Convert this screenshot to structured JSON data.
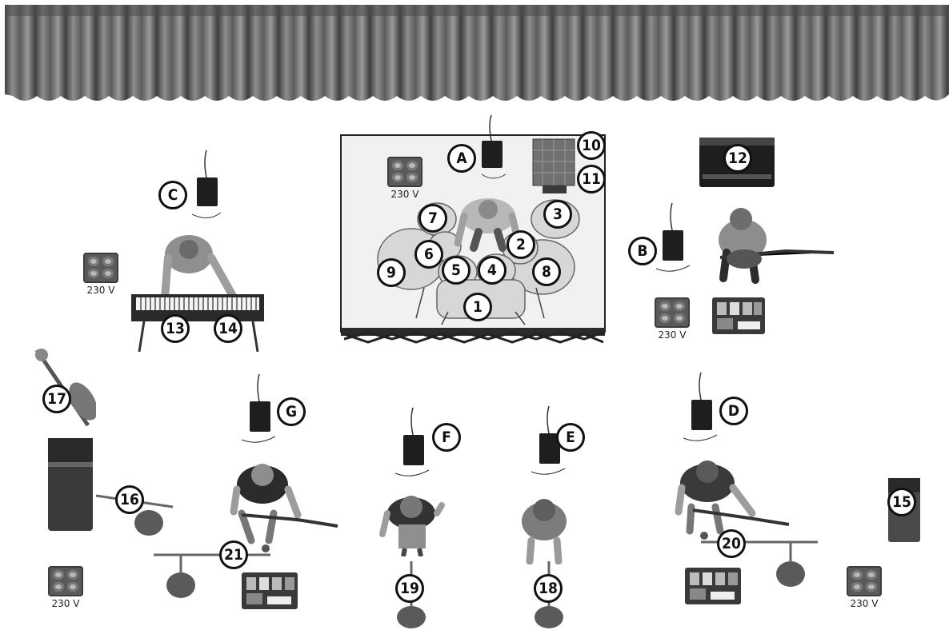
{
  "voltage_label": "230 V",
  "numbered_markers": [
    "1",
    "2",
    "3",
    "4",
    "5",
    "6",
    "7",
    "8",
    "9",
    "10",
    "11",
    "12",
    "13",
    "14",
    "15",
    "16",
    "17",
    "18",
    "19",
    "20",
    "21"
  ],
  "lettered_markers": [
    "A",
    "B",
    "C",
    "D",
    "E",
    "F",
    "G"
  ],
  "colors": {
    "marker_border": "#111111",
    "curtain": "#6e6e6e",
    "drum_riser": "#f1f1f1",
    "pedal_board": "#3a3a3a",
    "mic_stand_base": "#5a5a5a"
  }
}
